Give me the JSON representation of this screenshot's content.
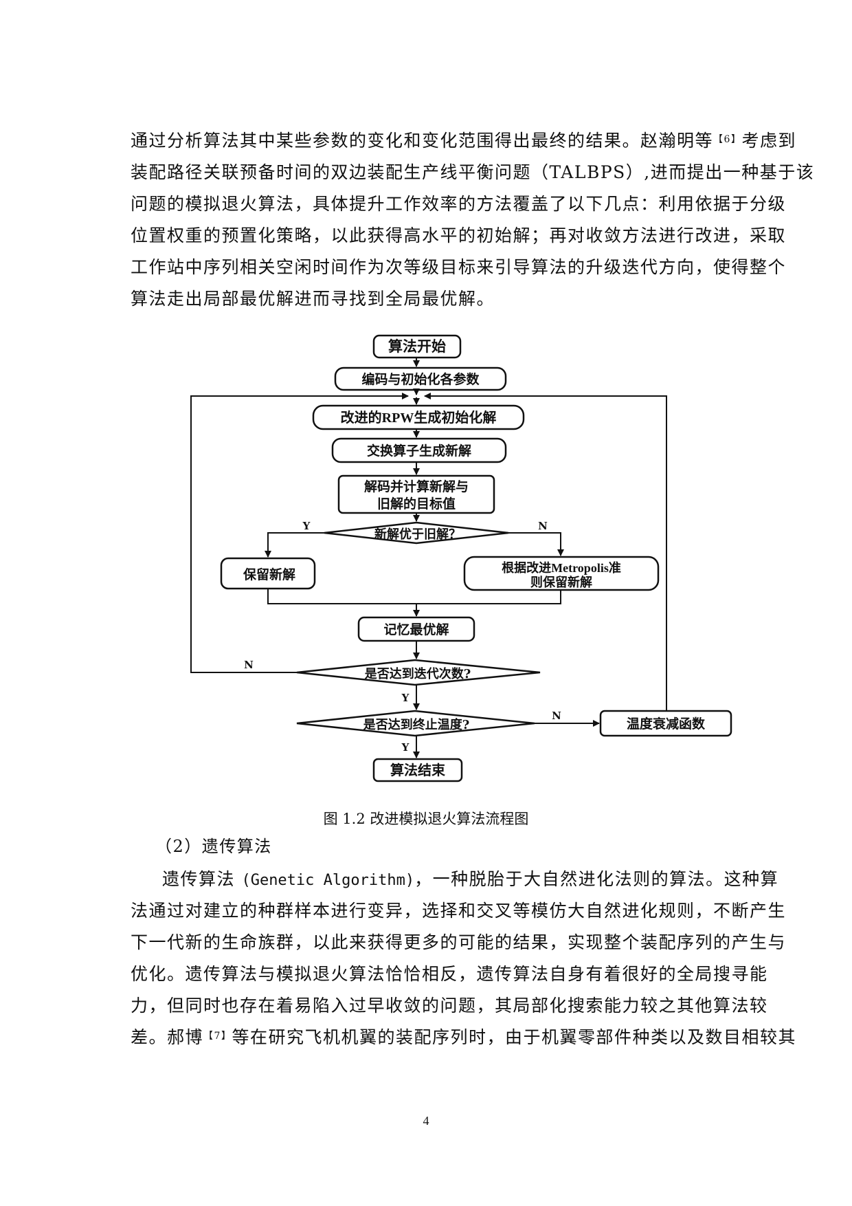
{
  "paragraph1": {
    "l1_a": "通过分析算法其中某些参数的变化和变化范围得出最终的结果。赵瀚明等",
    "l1_cite": "【6】",
    "l1_b": "考虑到",
    "l2": "装配路径关联预备时间的双边装配生产线平衡问题（TALBPS）,进而提出一种基于该",
    "l3": "问题的模拟退火算法，具体提升工作效率的方法覆盖了以下几点：利用依据于分级",
    "l4": "位置权重的预置化策略，以此获得高水平的初始解；再对收敛方法进行改进，采取",
    "l5": "工作站中序列相关空闲时间作为次等级目标来引导算法的升级迭代方向，使得整个",
    "l6": "算法走出局部最优解进而寻找到全局最优解。"
  },
  "flowchart": {
    "start": "算法开始",
    "init": "编码与初始化各参数",
    "rpw_1": "改进的",
    "rpw_2": "RPW",
    "rpw_3": "生成初始化解",
    "swap": "交换算子生成新解",
    "decode_1": "解码并计算新解与",
    "decode_2": "旧解的目标值",
    "better": "新解优于旧解？",
    "yes": "Y",
    "no": "N",
    "keep": "保留新解",
    "metro_1a": "根据改进",
    "metro_1b": "Metropolis",
    "metro_1c": "准",
    "metro_2": "则保留新解",
    "memory": "记忆最优解",
    "iter": "是否达到迭代次数?",
    "temp": "是否达到终止温度?",
    "decay": "温度衰减函数",
    "end": "算法结束"
  },
  "caption": "图 1.2 改进模拟退火算法流程图",
  "section": {
    "heading": "（2）遗传算法",
    "l1_a": "遗传算法 ",
    "l1_mono": "(Genetic Algorithm)",
    "l1_b": "，一种脱胎于大自然进化法则的算法。这种算",
    "l2": "法通过对建立的种群样本进行变异，选择和交叉等模仿大自然进化规则，不断产生",
    "l3": "下一代新的生命族群，以此来获得更多的可能的结果，实现整个装配序列的产生与",
    "l4": "优化。遗传算法与模拟退火算法恰恰相反，遗传算法自身有着很好的全局搜寻能",
    "l5": "力，但同时也存在着易陷入过早收敛的问题，其局部化搜索能力较之其他算法较",
    "l6_a": "差。郝博",
    "l6_cite": "【7】",
    "l6_b": "等在研究飞机机翼的装配序列时，由于机翼零部件种类以及数目相较其"
  },
  "page_number": "4"
}
